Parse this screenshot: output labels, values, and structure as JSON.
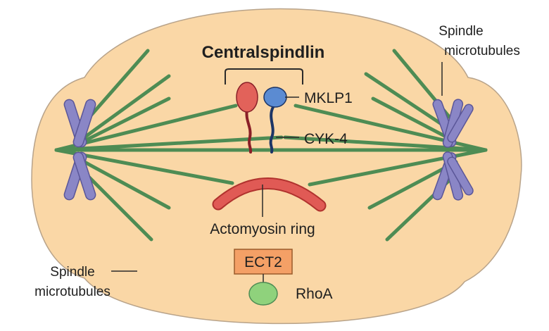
{
  "diagram": {
    "title": "Centralspindlin",
    "labels": {
      "mklp1": "MKLP1",
      "cyk4": "CYK-4",
      "actomyosin": "Actomyosin ring",
      "ect2": "ECT2",
      "rhoa": "RhoA",
      "spindle_top_line1": "Spindle",
      "spindle_top_line2": "microtubules",
      "spindle_bottom_line1": "Spindle",
      "spindle_bottom_line2": "microtubules"
    },
    "colors": {
      "cell_fill": "#fad7a6",
      "cell_stroke": "#b8a38a",
      "microtubule": "#4e8c54",
      "chromosome": "#8a86c6",
      "chromosome_stroke": "#5a5698",
      "mklp1_head": "#e2625a",
      "mklp1_tail": "#8a1f28",
      "cyk4_head": "#5b8bd2",
      "cyk4_tail": "#1c3566",
      "actomyosin_ring": "#e05a55",
      "ect2_fill": "#f4a066",
      "rhoa_fill": "#8fd27c",
      "line": "#2a2a2a"
    }
  }
}
